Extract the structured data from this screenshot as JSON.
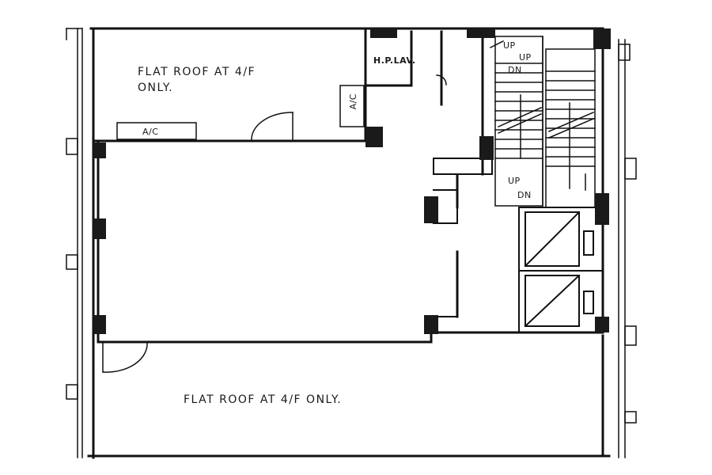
{
  "labels": {
    "roof_top_line1": "FLAT ROOF AT 4/F",
    "roof_top_line2": "ONLY.",
    "roof_bottom": "FLAT ROOF AT 4/F ONLY.",
    "hp_lav": "H.P.LAV.",
    "ac_horizontal": "A/C",
    "ac_vertical": "A/C",
    "up_1": "UP",
    "up_2": "UP",
    "dn_1": "DN",
    "up_3": "UP",
    "dn_2": "DN"
  },
  "colors": {
    "line": "#111111",
    "column": "#1a1a1a",
    "background": "#ffffff"
  }
}
